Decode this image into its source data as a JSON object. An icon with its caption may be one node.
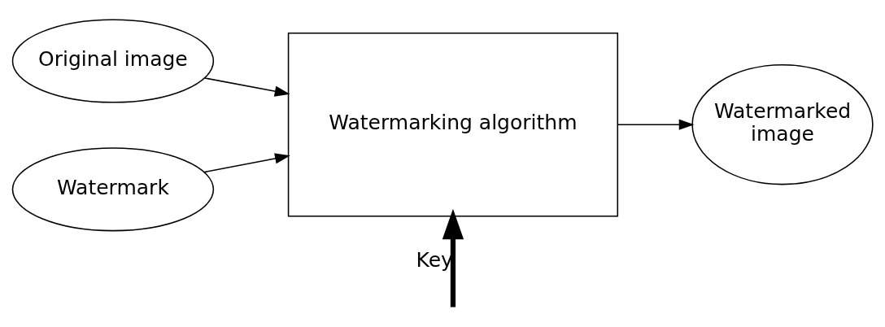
{
  "diagram": {
    "nodes": [
      {
        "text": [
          "Original image"
        ]
      },
      {
        "text": [
          "Watermark"
        ]
      },
      {
        "text": [
          "Watermarking algorithm"
        ]
      },
      {
        "text": [
          "Watermarked image"
        ]
      }
    ],
    "edges": [
      {
        "from": 0,
        "to": 2,
        "arrow": "to"
      },
      {
        "from": 1,
        "to": 2,
        "arrow": "to"
      },
      {
        "from": 2,
        "to": 3,
        "arrow": "to"
      },
      {
        "from": null,
        "to": 2,
        "arrow": "to",
        "label": "Key",
        "style": "thick"
      }
    ]
  }
}
